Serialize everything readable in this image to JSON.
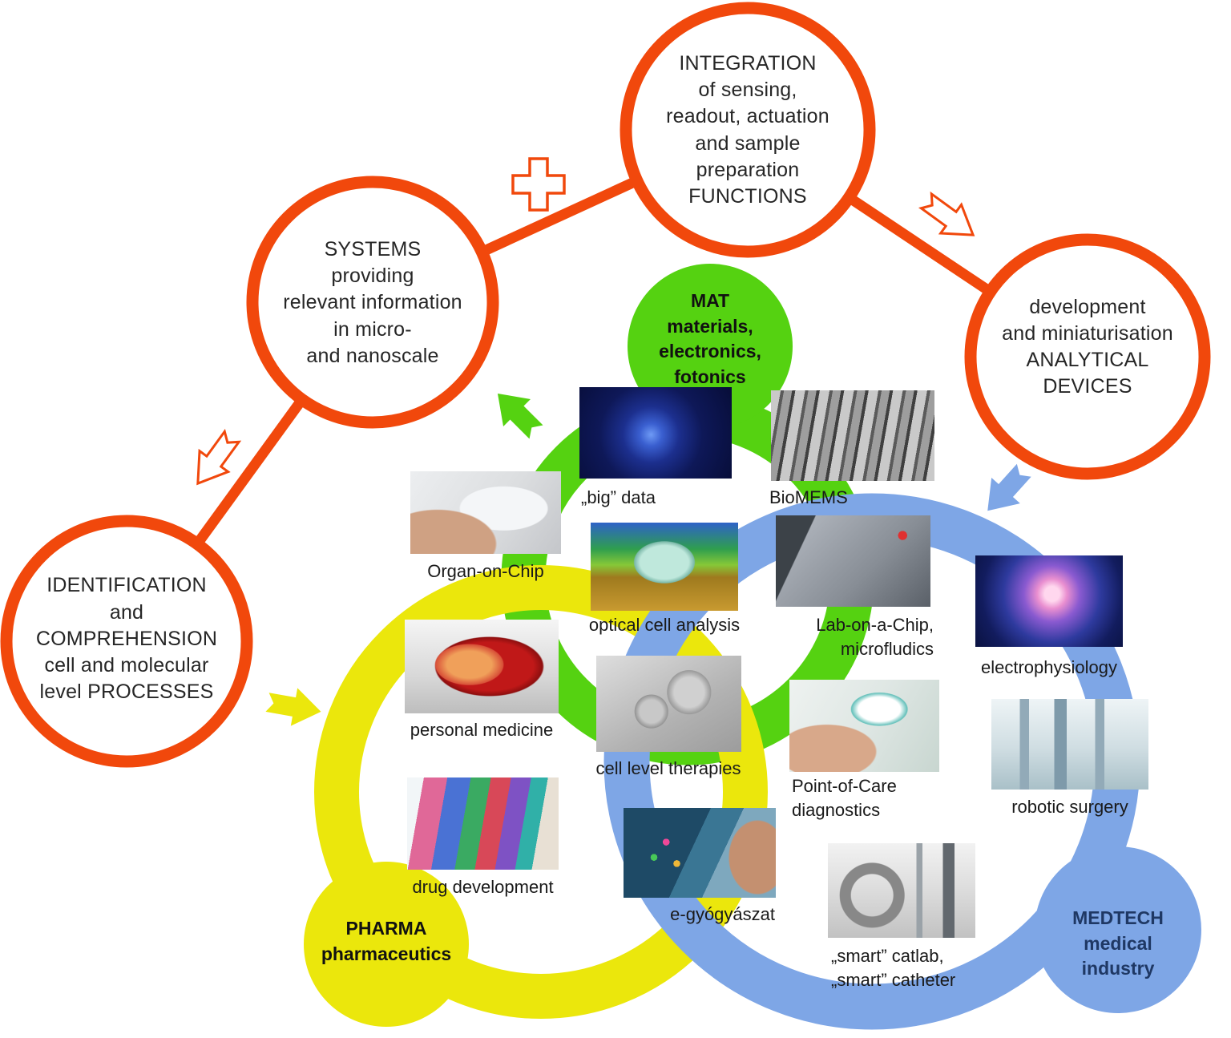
{
  "colors": {
    "orange": "#f1480c",
    "green": "#55d211",
    "yellow": "#ebe70c",
    "blue": "#7ea6e6",
    "navy": "#1f3864"
  },
  "circles": {
    "integration": {
      "l1": "INTEGRATION",
      "l2": "of sensing,",
      "l3": "readout, actuation",
      "l4": "and sample",
      "l5": "preparation",
      "l6": "FUNCTIONS"
    },
    "systems": {
      "l1": "SYSTEMS",
      "l2": "providing",
      "l3": "relevant information",
      "l4": "in micro-",
      "l5": "and nanoscale"
    },
    "analytical": {
      "l1": "development",
      "l2": "and miniaturisation",
      "l3": "ANALYTICAL",
      "l4": "DEVICES"
    },
    "identification": {
      "l1": "IDENTIFICATION",
      "l2": "and",
      "l3": "COMPREHENSION",
      "l4": "cell and molecular",
      "l5": "level PROCESSES"
    }
  },
  "clusters": {
    "mat": {
      "l1": "MAT",
      "l2": "materials,",
      "l3": "electronics,",
      "l4": "fotonics"
    },
    "pharma": {
      "l1": "PHARMA",
      "l2": "pharmaceutics"
    },
    "medtech": {
      "l1": "MEDTECH",
      "l2": "medical",
      "l3": "industry"
    }
  },
  "items": {
    "bigdata": {
      "label": "„big” data"
    },
    "biomems": {
      "label": "BioMEMS"
    },
    "organchip": {
      "label": "Organ-on-Chip"
    },
    "optical": {
      "label": "optical cell analysis"
    },
    "labchip": {
      "l1": "Lab-on-a-Chip,",
      "l2": "microfludics"
    },
    "electrophysiology": {
      "label": "electrophysiology"
    },
    "personalmed": {
      "label": "personal medicine"
    },
    "celltherapy": {
      "label": "cell level therapies"
    },
    "poc": {
      "l1": "Point-of-Care",
      "l2": "diagnostics"
    },
    "robotic": {
      "label": "robotic surgery"
    },
    "drugdev": {
      "label": "drug development"
    },
    "egyogyaszat": {
      "label": "e-gyógyászat"
    },
    "catlab": {
      "l1": "„smart” catlab,",
      "l2": "„smart” catheter"
    }
  }
}
